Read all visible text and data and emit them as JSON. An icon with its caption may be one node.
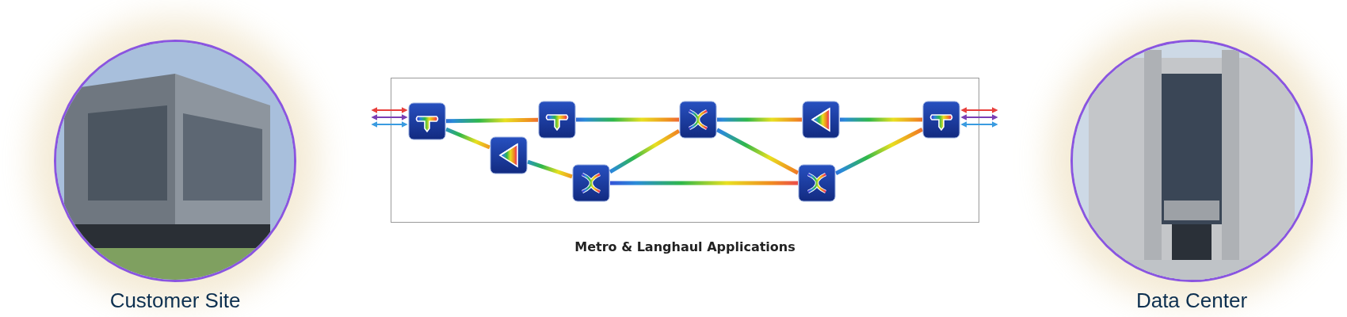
{
  "diagram": {
    "nodes": [
      {
        "text": [
          "Customer Site"
        ]
      },
      {
        "text": [
          "Metro & Langhaul Applications"
        ]
      },
      {
        "text": [],
        "shape": "picture",
        "in": 1
      },
      {
        "text": [],
        "shape": "picture",
        "in": 1
      },
      {
        "text": [],
        "shape": "picture",
        "in": 1
      },
      {
        "text": [],
        "shape": "picture",
        "in": 1
      },
      {
        "text": [],
        "shape": "picture",
        "in": 1
      },
      {
        "text": [],
        "shape": "picture",
        "in": 1
      },
      {
        "text": [],
        "shape": "picture",
        "in": 1
      },
      {
        "text": [],
        "shape": "picture",
        "in": 1
      },
      {
        "text": [
          "Data Center"
        ]
      }
    ],
    "edges": [
      {
        "from": 2,
        "to": 3,
        "arrow": "none"
      },
      {
        "from": 2,
        "to": 4,
        "arrow": "none"
      },
      {
        "from": 4,
        "to": 5,
        "arrow": "none"
      },
      {
        "from": 3,
        "to": 6,
        "arrow": "none"
      },
      {
        "from": 5,
        "to": 6,
        "arrow": "none"
      },
      {
        "from": 5,
        "to": 8,
        "arrow": "none"
      },
      {
        "from": 6,
        "to": 7,
        "arrow": "none"
      },
      {
        "from": 6,
        "to": 8,
        "arrow": "none"
      },
      {
        "from": 7,
        "to": 9,
        "arrow": "none"
      },
      {
        "from": 8,
        "to": 9,
        "arrow": "none"
      },
      {
        "from": null,
        "to": 2,
        "arrow": "both",
        "color": "#e8403c"
      },
      {
        "from": null,
        "to": 2,
        "arrow": "both",
        "color": "#7a3fb5"
      },
      {
        "from": null,
        "to": 2,
        "arrow": "both",
        "color": "#3a9be0"
      },
      {
        "from": 9,
        "to": null,
        "arrow": "both",
        "color": "#e8403c"
      },
      {
        "from": 9,
        "to": null,
        "arrow": "both",
        "color": "#7a3fb5"
      },
      {
        "from": 9,
        "to": null,
        "arrow": "both",
        "color": "#3a9be0"
      }
    ]
  }
}
